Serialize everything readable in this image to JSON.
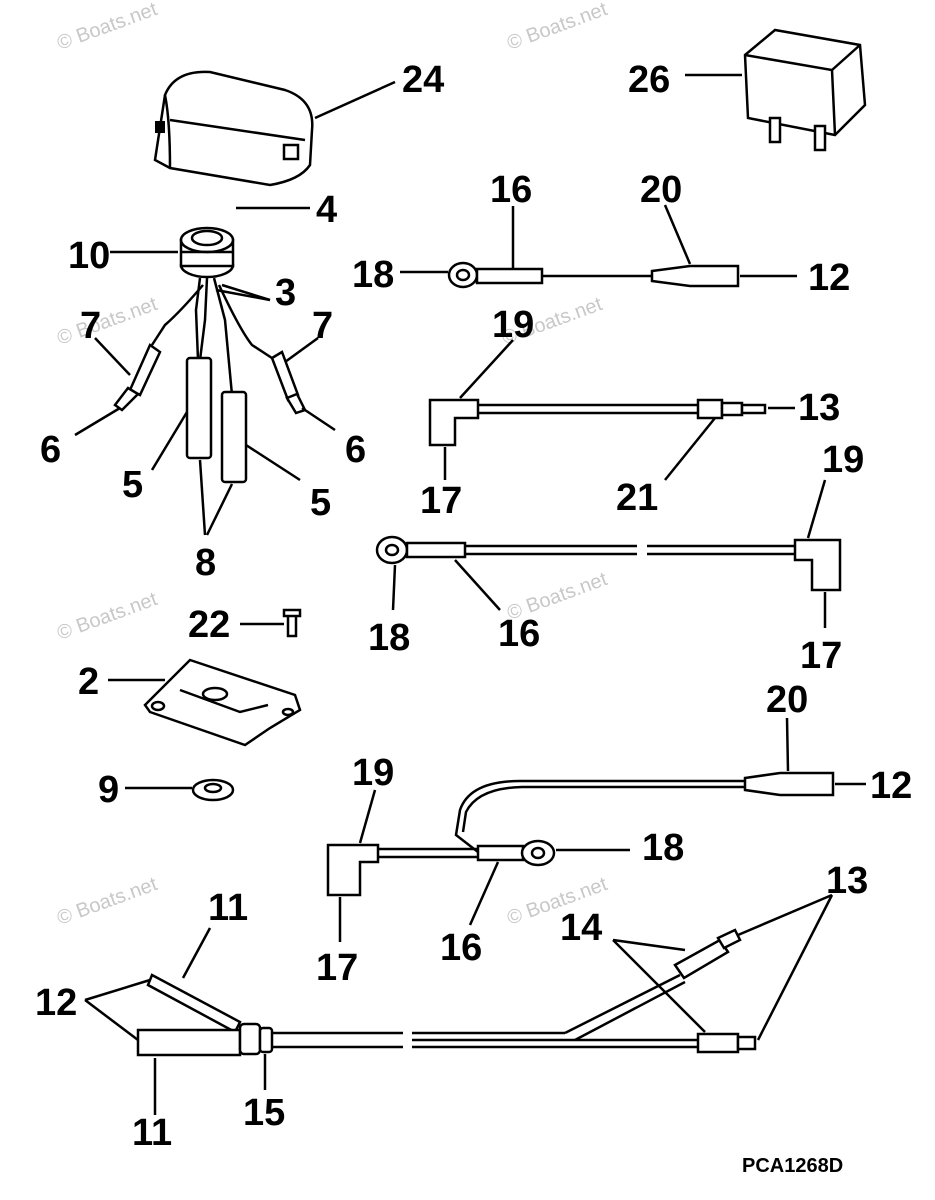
{
  "drawing_code": "PCA1268D",
  "watermark": "© Boats.net",
  "callouts": {
    "c24": "24",
    "c26": "26",
    "c4": "4",
    "c10": "10",
    "c3": "3",
    "c7a": "7",
    "c7b": "7",
    "c6a": "6",
    "c6b": "6",
    "c5a": "5",
    "c5b": "5",
    "c8": "8",
    "c22": "22",
    "c2": "2",
    "c9": "9",
    "c16a": "16",
    "c20a": "20",
    "c18a": "18",
    "c12a": "12",
    "c19a": "19",
    "c13a": "13",
    "c17a": "17",
    "c21": "21",
    "c19b": "19",
    "c18b": "18",
    "c16b": "16",
    "c17b": "17",
    "c20b": "20",
    "c12b": "12",
    "c19c": "19",
    "c18c": "18",
    "c16c": "16",
    "c17c": "17",
    "c11a": "11",
    "c12c": "12",
    "c11b": "11",
    "c15": "15",
    "c13b": "13",
    "c14": "14"
  }
}
